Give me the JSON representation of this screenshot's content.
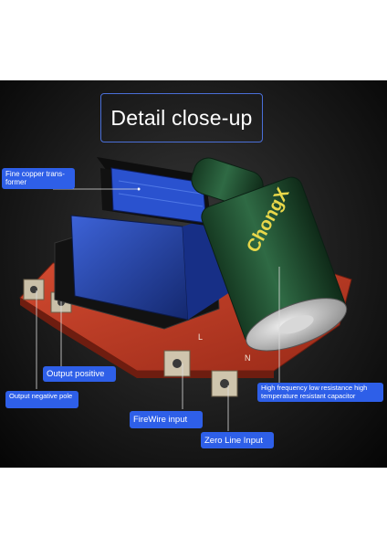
{
  "title": "Detail close-up",
  "labels": {
    "transformer": "Fine copper trans-\nformer",
    "output_positive": "Output positive",
    "output_negative": "Output negative pole",
    "capacitor": "High frequency low resistance high temperature resistant capacitor",
    "firewire_input": "FireWire input",
    "zero_line_input": "Zero Line Input"
  },
  "capacitor_print": "ChongX",
  "pin_marks": {
    "live": "L",
    "neutral": "N"
  },
  "colors": {
    "label_bg": "#2e5fe8",
    "title_border": "#4a6fd8",
    "pcb": "#c43a24",
    "transformer": "#1f3fa8",
    "capacitor": "#1f4a2e"
  }
}
